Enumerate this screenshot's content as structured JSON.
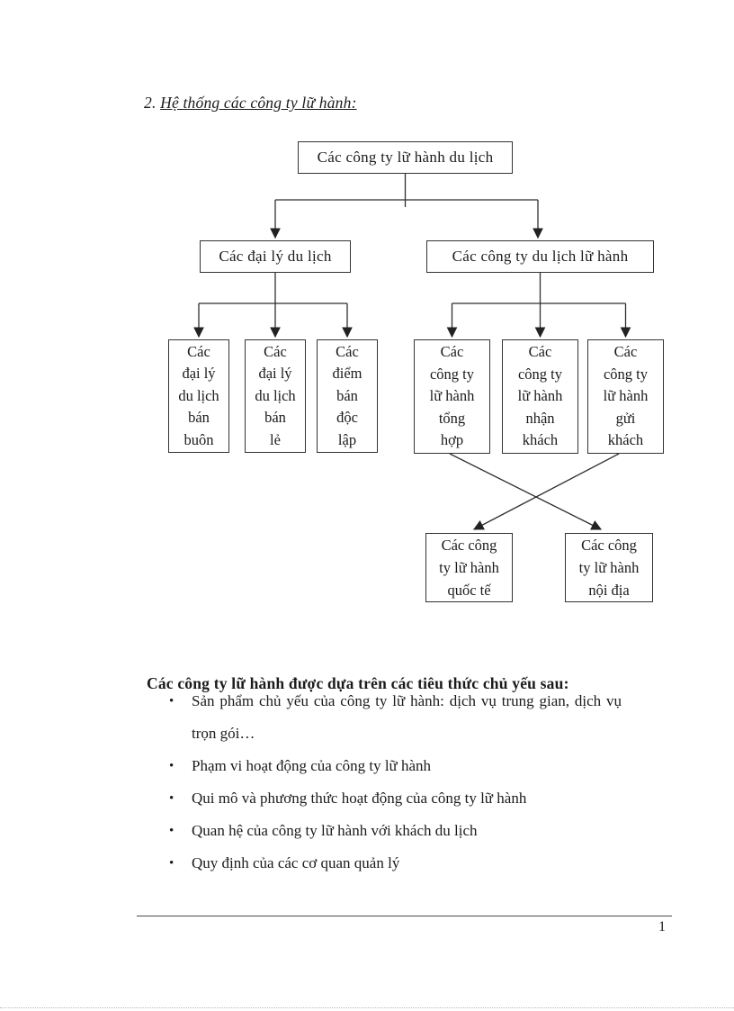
{
  "page": {
    "heading": {
      "number": "2.",
      "title": "Hệ thống các công ty lữ hành:"
    },
    "footer": {
      "page_number": "1"
    }
  },
  "diagram": {
    "boxes": {
      "root": "Các công ty lữ hành du lịch",
      "agencies": "Các đại lý du lịch",
      "companies": "Các công ty du lịch lữ hành",
      "wholesale": "Các\nđại lý\ndu lịch\nbán\nbuôn",
      "retail": "Các\nđại lý\ndu lịch\nbán\nlẻ",
      "independent": "Các\nđiểm\nbán\nđộc\nlập",
      "general": "Các\ncông ty\nlữ hành\ntổng\nhợp",
      "inbound": "Các\ncông ty\nlữ hành\nnhận\nkhách",
      "outbound": "Các\ncông ty\nlữ hành\ngửi\nkhách",
      "international": "Các công\nty lữ hành\nquốc tế",
      "domestic": "Các công\nty lữ hành\nnội địa"
    }
  },
  "content": {
    "intro": "Các công ty lữ hành được dựa trên các tiêu thức chủ yếu sau:",
    "bullet_glyph": "•",
    "bullets": [
      "Sản phẩm chủ yếu của công ty lữ hành: dịch vụ trung gian, dịch vụ trọn gói…",
      "Phạm vi hoạt động của công ty lữ hành",
      "Qui mô và phương thức hoạt động của công ty lữ hành",
      "Quan hệ của công ty lữ hành với khách du lịch",
      "Quy định của các cơ quan quản lý"
    ]
  },
  "colors": {
    "background": "#ffffff",
    "text": "#1b1b1b",
    "line": "#2f2f2f"
  }
}
